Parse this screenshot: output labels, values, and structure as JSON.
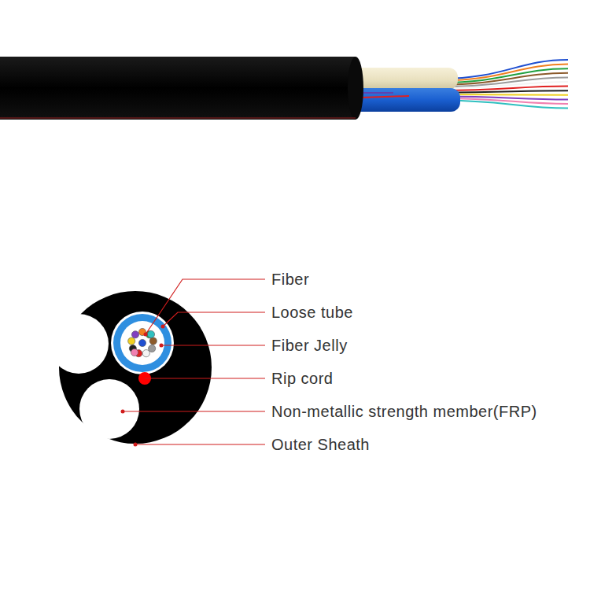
{
  "diagram": {
    "labels": [
      "Fiber",
      "Loose tube",
      "Fiber Jelly",
      "Rip cord",
      "Non-metallic strength member(FRP)",
      "Outer Sheath"
    ]
  }
}
